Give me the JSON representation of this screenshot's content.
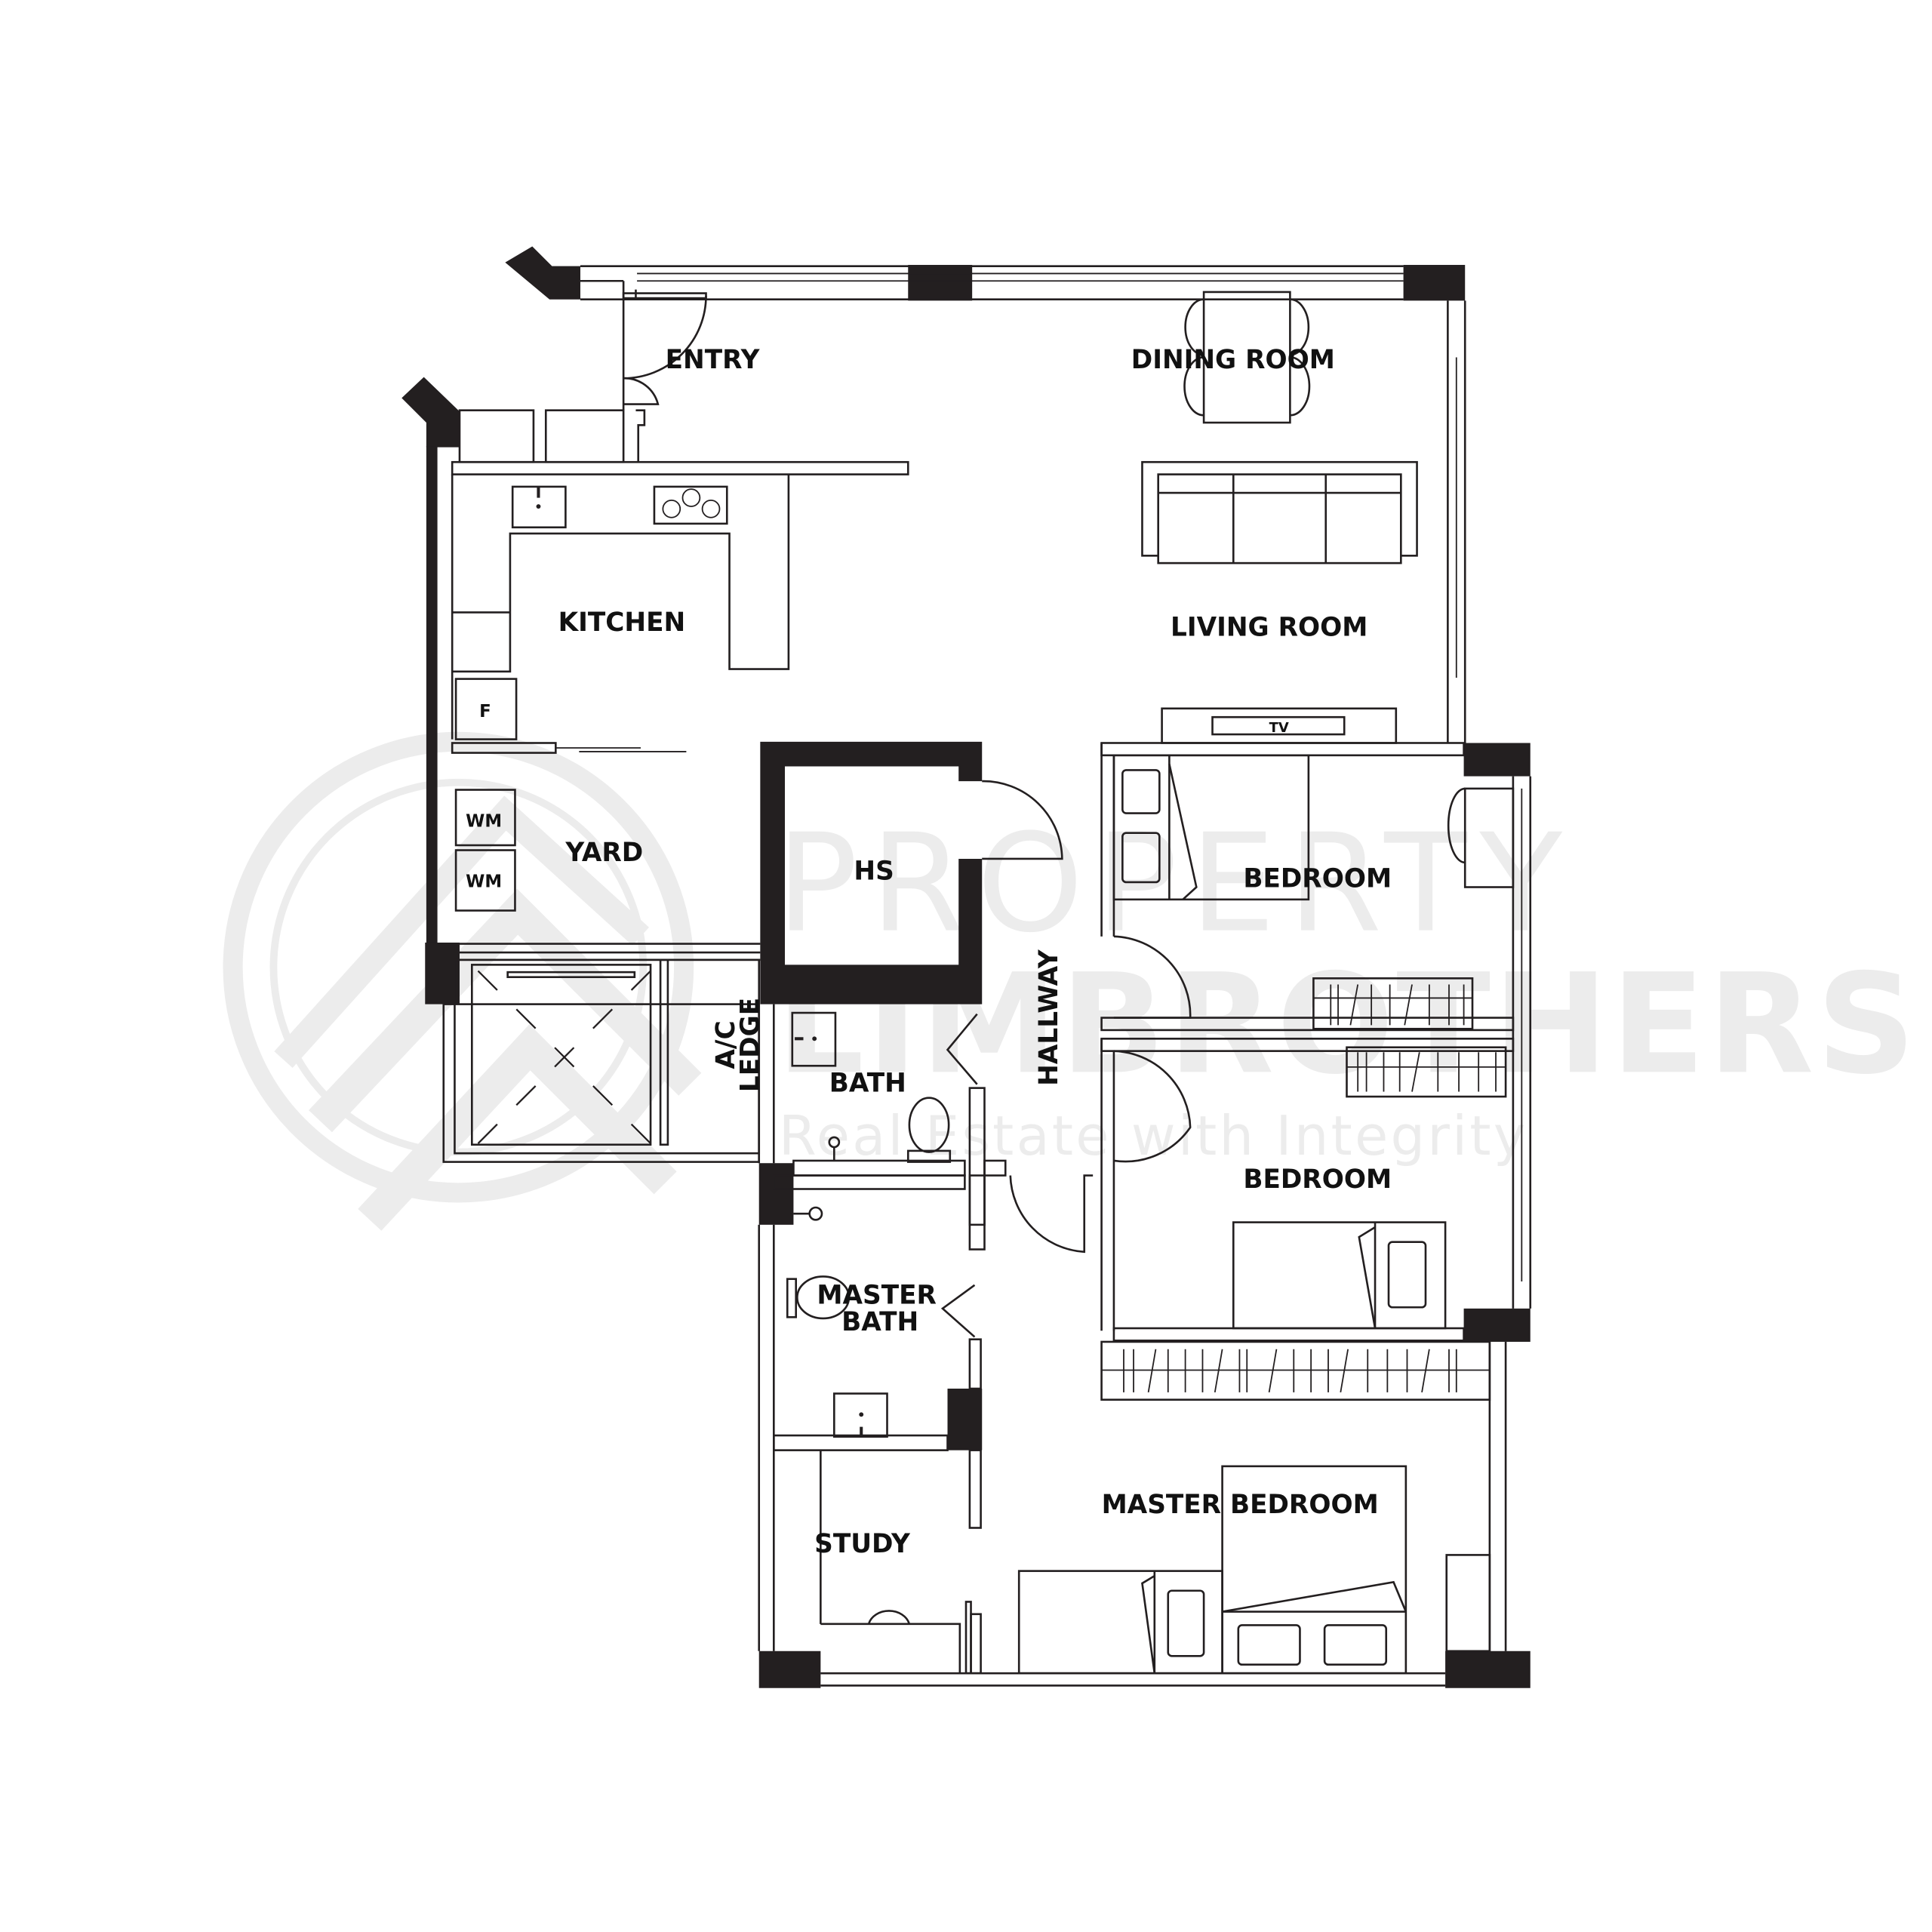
{
  "watermark": {
    "line1": "PROPERTY",
    "line2": "LIMBROTHERS",
    "tagline": "Real Estate with Integrity",
    "color": "#ececec"
  },
  "floorplan": {
    "wall_color": "#231f20",
    "label_color": "#111111",
    "rooms": {
      "entry": "ENTRY",
      "dining_room": "DINING ROOM",
      "living_room": "LIVING ROOM",
      "kitchen": "KITCHEN",
      "yard": "YARD",
      "hs": "HS",
      "hallway": "HALLWAY",
      "ac_ledge_line1": "A/C",
      "ac_ledge_line2": "LEDGE",
      "bath": "BATH",
      "bedroom_1": "BEDROOM",
      "bedroom_2": "BEDROOM",
      "master_bath_line1": "MASTER",
      "master_bath_line2": "BATH",
      "study": "STUDY",
      "master_bedroom": "MASTER BEDROOM"
    },
    "fixtures": {
      "fridge": "F",
      "washer_1": "WM",
      "washer_2": "WM",
      "tv": "TV"
    }
  }
}
